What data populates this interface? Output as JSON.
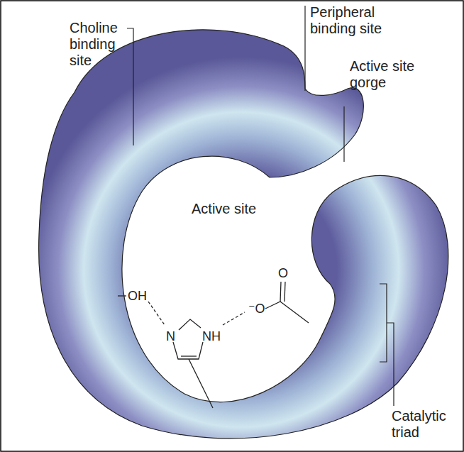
{
  "diagram": {
    "labels": [
      "Choline binding site",
      "Peripheral binding site",
      "Active site gorge",
      "Active site",
      "O",
      "⁻O",
      "OH",
      "N",
      "NH",
      "Catalytic triad"
    ]
  }
}
